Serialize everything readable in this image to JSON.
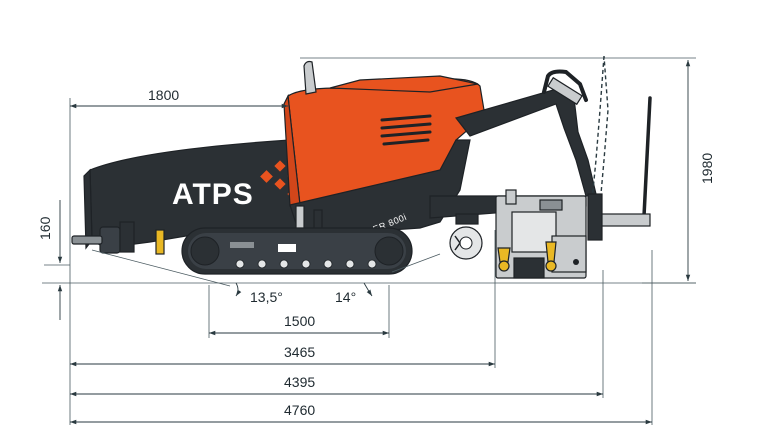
{
  "brand": {
    "logo_text": "ATPS",
    "model_label": "SUPER 800i"
  },
  "colors": {
    "body_orange": "#e8531f",
    "body_dark": "#2b3034",
    "steel": "#c9ccce",
    "yellow": "#e9b824",
    "dim_line": "#2a3a40"
  },
  "dimensions": {
    "top_length": "1800",
    "height": "1980",
    "left_height": "160",
    "angle_rear": "13,5°",
    "angle_front": "14°",
    "track_length": "1500",
    "length_1": "3465",
    "length_2": "4395",
    "length_total": "4760"
  }
}
